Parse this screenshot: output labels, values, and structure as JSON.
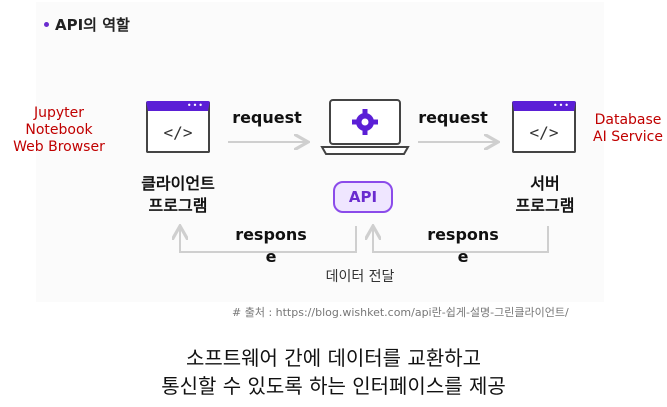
{
  "header": {
    "title": "API의 역할"
  },
  "client": {
    "note_line1": "Jupyter Notebook",
    "note_line2": "Web Browser",
    "name_line1": "클라이언트",
    "name_line2": "프로그램",
    "icon": "code-window-icon",
    "code": "</>"
  },
  "server": {
    "note_line1": "Database",
    "note_line2": "AI Service",
    "name_line1": "서버",
    "name_line2": "프로그램",
    "icon": "code-window-icon",
    "code": "</>"
  },
  "center": {
    "icon": "laptop-gear-icon",
    "api_label": "API",
    "transfer_label": "데이터 전달"
  },
  "arrows": {
    "request_left": "request",
    "request_right": "request",
    "response_left_1": "respons",
    "response_left_2": "e",
    "response_right_1": "respons",
    "response_right_2": "e"
  },
  "source": "# 출처 : https://blog.wishket.com/api란-쉽게-설명-그린클라이언트/",
  "caption": {
    "line1": "소프트웨어 간에 데이터를 교환하고",
    "line2": "통신할 수 있도록 하는 인터페이스를 제공"
  },
  "colors": {
    "accent": "#5b1fd6",
    "note_red": "#c00000",
    "line_gray": "#cfcfcf"
  }
}
